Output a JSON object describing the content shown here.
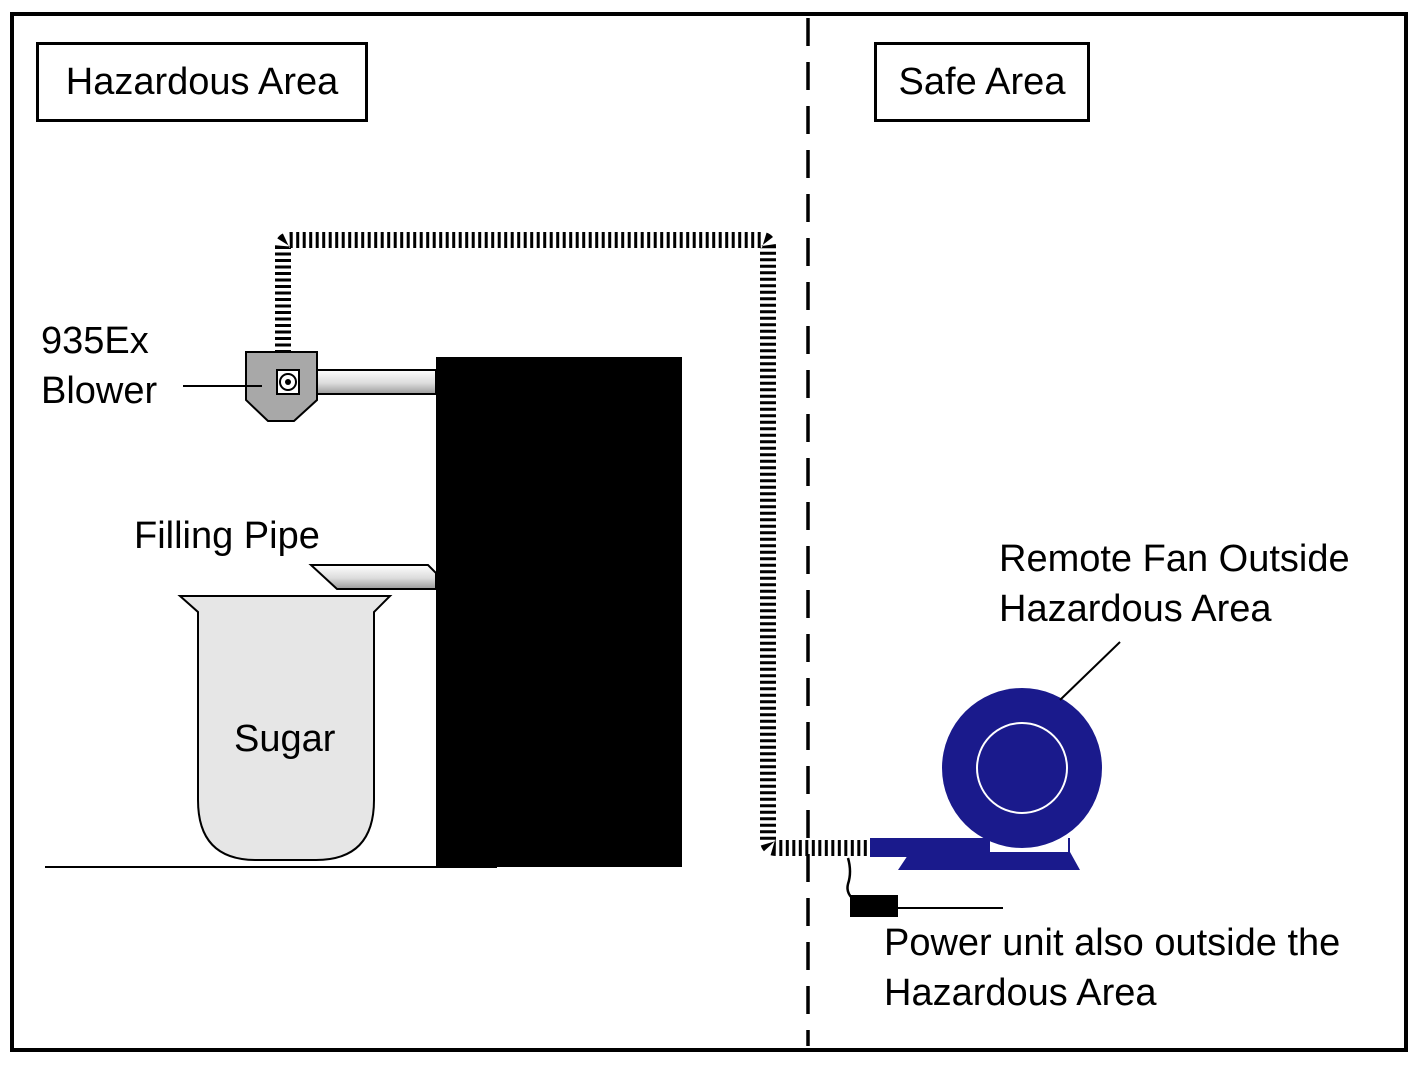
{
  "zones": {
    "hazardous": "Hazardous Area",
    "safe": "Safe Area"
  },
  "labels": {
    "blower": [
      "935Ex",
      "Blower"
    ],
    "filling_pipe": "Filling Pipe",
    "container": "Sugar",
    "remote_fan": [
      "Remote Fan Outside",
      "Hazardous Area"
    ],
    "power_unit": [
      "Power unit also outside the",
      "Hazardous Area"
    ]
  },
  "colors": {
    "fan": "#1a1a8c",
    "blower_body": "#a8a8a8",
    "container_fill": "#e6e6e6",
    "machine": "#000000"
  }
}
